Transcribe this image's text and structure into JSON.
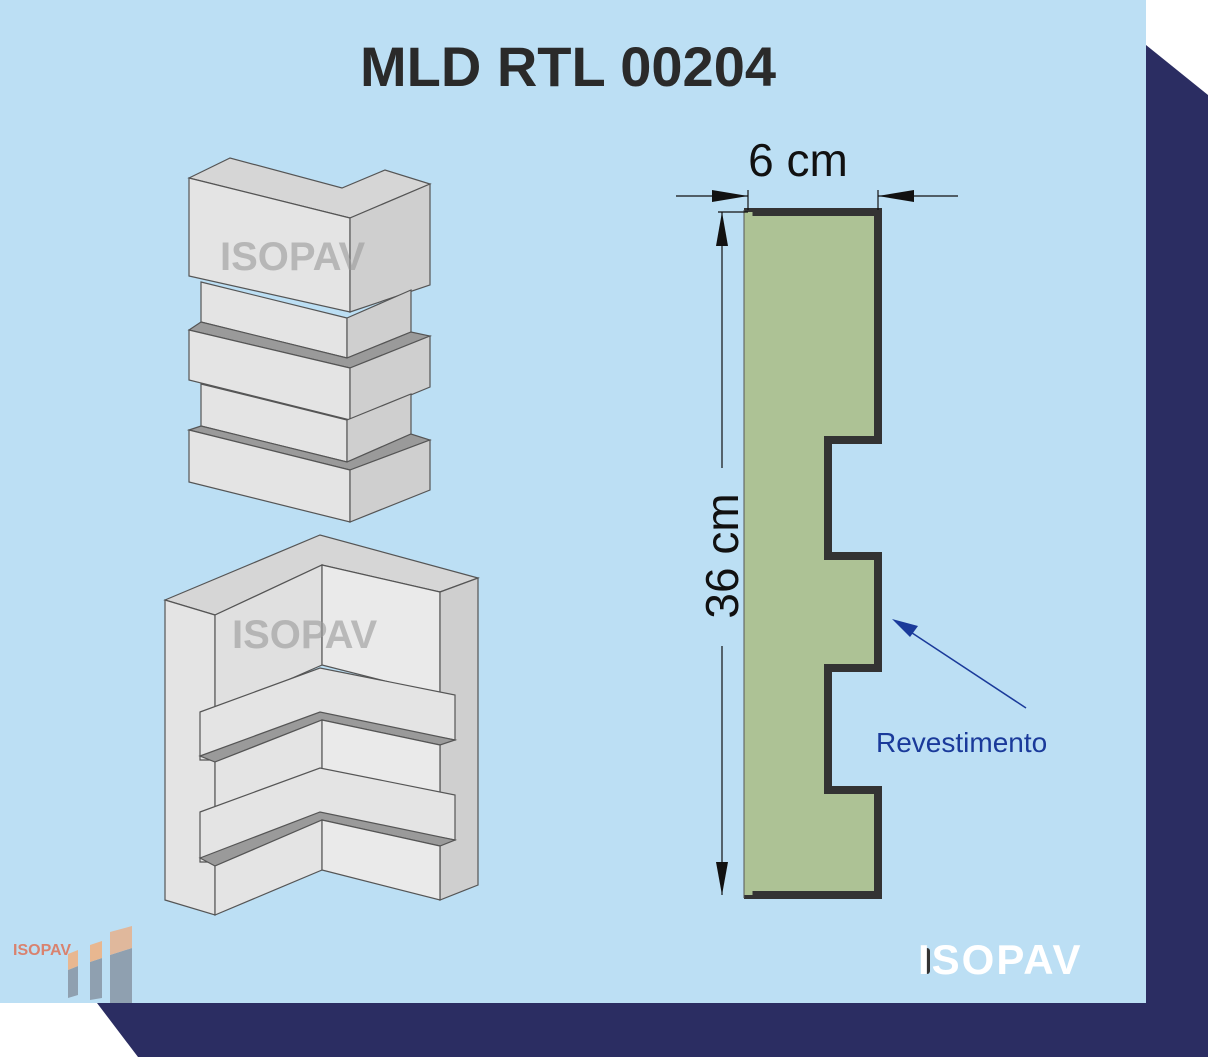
{
  "title": "MLD RTL 00204",
  "dimensions": {
    "width_label": "6 cm",
    "height_label": "36 cm"
  },
  "annotation": "Revestimento",
  "watermark": "ISOPAV",
  "logo": {
    "bottom_right": "ISOPAV",
    "bottom_left": "ISOPAV"
  },
  "colors": {
    "background": "#bcdff4",
    "shadow": "#2b2d62",
    "profile_fill": "#adc295",
    "profile_stroke": "#333333",
    "annotation": "#1a3a9a"
  }
}
